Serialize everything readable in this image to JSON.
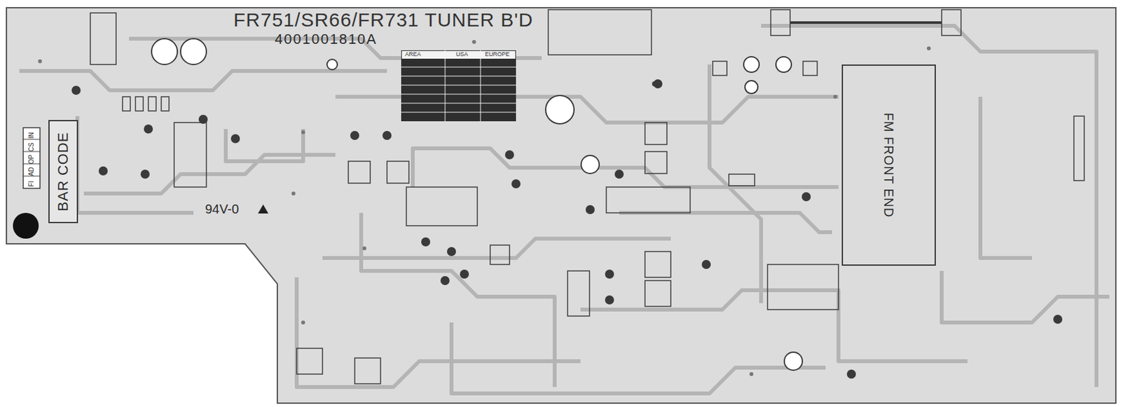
{
  "diagram": {
    "title": "FR751/SR66/FR731 TUNER B'D",
    "nodes": [
      {
        "text": [
          "BAR CODE"
        ]
      },
      {
        "text": [
          "FM FRONT END"
        ]
      }
    ],
    "labels": [
      "4001001810A",
      "AREA",
      "USA",
      "EUROPE",
      "IN",
      "CS",
      "OP",
      "AD",
      "FI",
      "94V-0"
    ]
  }
}
